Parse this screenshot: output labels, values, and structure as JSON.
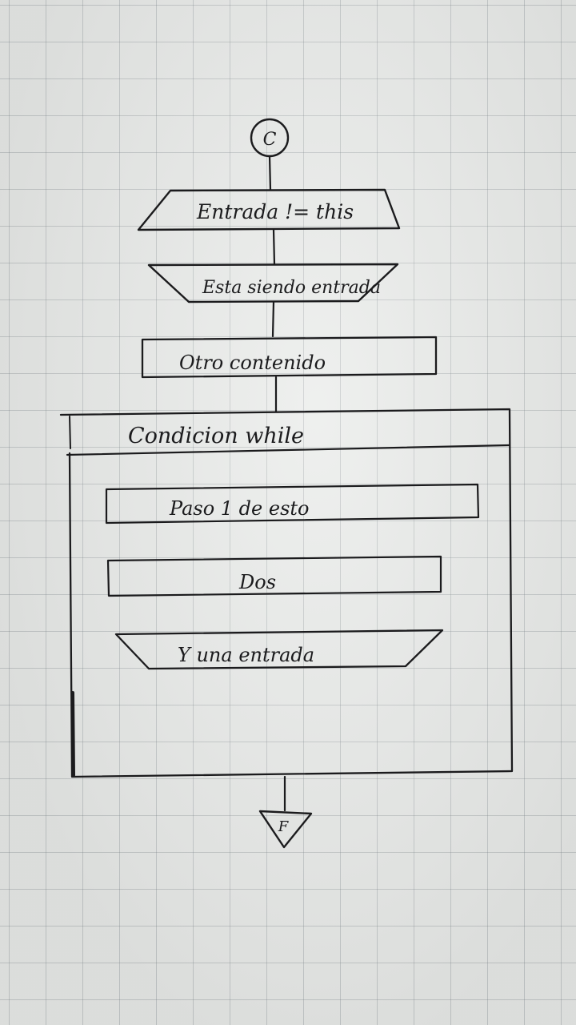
{
  "diagram": {
    "start_connector": "C",
    "input_1": "Entrada != this",
    "output_1": "Esta siendo entrada",
    "process_1": "Otro contenido",
    "loop": {
      "condition": "Condicion while",
      "steps": [
        "Paso 1 de esto",
        "Dos"
      ],
      "output": "Y una entrada"
    },
    "end_connector": "F"
  },
  "colors": {
    "paper": "#e9ebe9",
    "grid": "#8a9297",
    "ink": "#1b1b1d"
  }
}
